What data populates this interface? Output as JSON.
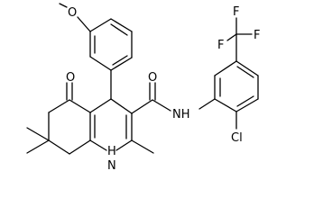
{
  "molecule": {
    "atom_labels": {
      "methoxy_o": "O",
      "ketone_o": "O",
      "amide_o": "O",
      "amide_nh": "NH",
      "ring_nh": "H",
      "ring_n": "N",
      "chloro": "Cl",
      "fluorine_top": "F",
      "fluorine_right": "F",
      "fluorine_bottom": "F"
    }
  }
}
